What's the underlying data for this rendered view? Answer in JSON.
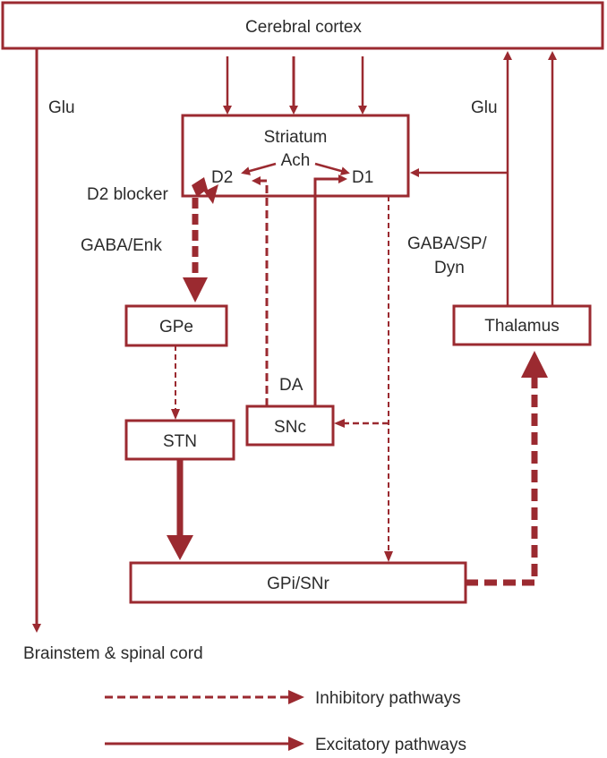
{
  "colors": {
    "pathway": "#9b2a30",
    "text": "#2b2b2b",
    "background": "#ffffff"
  },
  "nodes": {
    "cortex": "Cerebral cortex",
    "striatum": "Striatum",
    "ach": "Ach",
    "d2": "D2",
    "d1": "D1",
    "gpe": "GPe",
    "stn": "STN",
    "snc": "SNc",
    "gpi": "GPi/SNr",
    "thalamus": "Thalamus",
    "brainstem": "Brainstem & spinal cord"
  },
  "labels": {
    "glu_left": "Glu",
    "glu_right": "Glu",
    "d2_blocker": "D2 blocker",
    "gaba_enk": "GABA/Enk",
    "gaba_sp_line1": "GABA/SP/",
    "gaba_sp_line2": "Dyn",
    "da": "DA"
  },
  "legend": {
    "inhibitory": "Inhibitory pathways",
    "excitatory": "Excitatory pathways"
  }
}
